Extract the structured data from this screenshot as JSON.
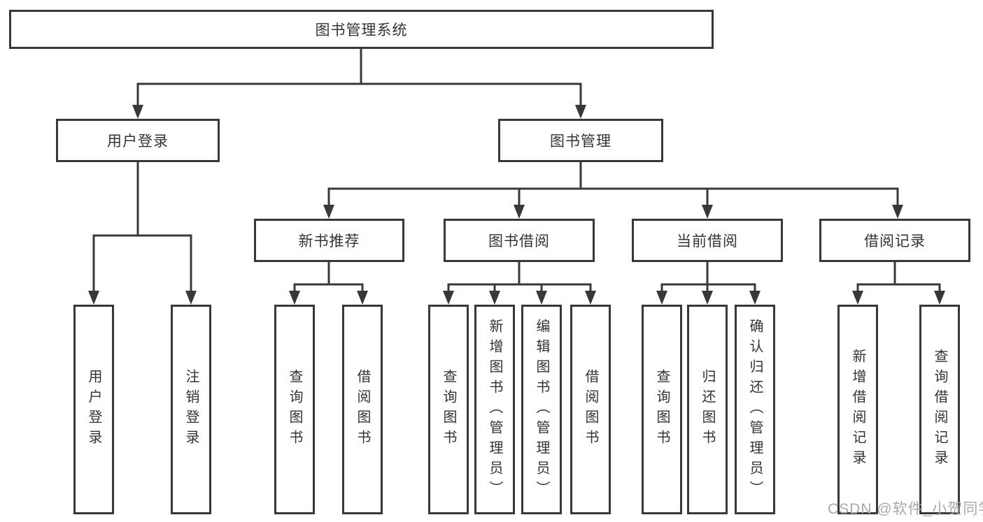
{
  "diagram": {
    "root": {
      "label": "图书管理系统"
    },
    "level2": [
      {
        "label": "用户登录"
      },
      {
        "label": "图书管理"
      }
    ],
    "level3": [
      {
        "label": "新书推荐"
      },
      {
        "label": "图书借阅"
      },
      {
        "label": "当前借阅"
      },
      {
        "label": "借阅记录"
      }
    ],
    "leaves": {
      "user_login": [
        {
          "label": "用户登录"
        },
        {
          "label": "注销登录"
        }
      ],
      "new_book_rec": [
        {
          "label": "查询图书"
        },
        {
          "label": "借阅图书"
        }
      ],
      "book_borrow": [
        {
          "label": "查询图书"
        },
        {
          "label": "新增图书（管理员）"
        },
        {
          "label": "编辑图书（管理员）"
        },
        {
          "label": "借阅图书"
        }
      ],
      "current_borrow": [
        {
          "label": "查询图书"
        },
        {
          "label": "归还图书"
        },
        {
          "label": "确认归还（管理员）"
        }
      ],
      "borrow_record": [
        {
          "label": "新增借阅记录"
        },
        {
          "label": "查询借阅记录"
        }
      ]
    },
    "watermark": "CSDN @软件_小贺同学",
    "colors": {
      "line": "#383838",
      "text": "#333333",
      "watermark": "#a9a9a9",
      "background": "#ffffff"
    }
  }
}
